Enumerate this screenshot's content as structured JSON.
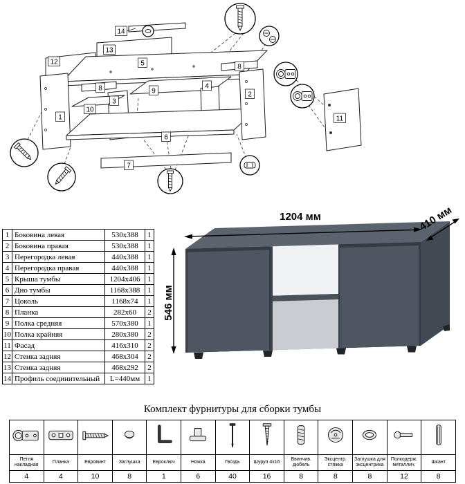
{
  "diagram": {
    "part_numbers": [
      "1",
      "2",
      "3",
      "4",
      "5",
      "6",
      "7",
      "8",
      "9",
      "10",
      "11",
      "12",
      "13",
      "14"
    ]
  },
  "parts_table": {
    "rows": [
      {
        "num": "1",
        "name": "Боковина левая",
        "size": "530x388",
        "qty": "1"
      },
      {
        "num": "2",
        "name": "Боковина правая",
        "size": "530x388",
        "qty": "1"
      },
      {
        "num": "3",
        "name": "Перегородка левая",
        "size": "440x388",
        "qty": "1"
      },
      {
        "num": "4",
        "name": "Перегородка правая",
        "size": "440x388",
        "qty": "1"
      },
      {
        "num": "5",
        "name": "Крыша тумбы",
        "size": "1204x406",
        "qty": "1"
      },
      {
        "num": "6",
        "name": "Дно тумбы",
        "size": "1168x388",
        "qty": "1"
      },
      {
        "num": "7",
        "name": "Цоколь",
        "size": "1168x74",
        "qty": "1"
      },
      {
        "num": "8",
        "name": "Планка",
        "size": "282x60",
        "qty": "2"
      },
      {
        "num": "9",
        "name": "Полка средняя",
        "size": "570x380",
        "qty": "1"
      },
      {
        "num": "10",
        "name": "Полка крайняя",
        "size": "280x380",
        "qty": "2"
      },
      {
        "num": "11",
        "name": "Фасад",
        "size": "416x310",
        "qty": "2"
      },
      {
        "num": "12",
        "name": "Стенка задняя",
        "size": "468x304",
        "qty": "2"
      },
      {
        "num": "13",
        "name": "Стенка задняя",
        "size": "468x292",
        "qty": "2"
      },
      {
        "num": "14",
        "name": "Профиль соединительный",
        "size": "L=440мм",
        "qty": "1"
      }
    ]
  },
  "cabinet": {
    "width_label": "1204 мм",
    "depth_label": "410 мм",
    "height_label": "546 мм",
    "body_color": "#4e5761",
    "top_color": "#5b646e",
    "side_color": "#414a53"
  },
  "hardware": {
    "title": "Комплект фурнитуры для сборки тумбы",
    "items": [
      {
        "name": "Петля накладная",
        "qty": "4",
        "icon": "hinge-icon"
      },
      {
        "name": "Планка",
        "qty": "4",
        "icon": "plate-icon"
      },
      {
        "name": "Евровинт",
        "qty": "10",
        "icon": "euroscrew-icon"
      },
      {
        "name": "Заглушка",
        "qty": "8",
        "icon": "cap-icon"
      },
      {
        "name": "Евроключ",
        "qty": "1",
        "icon": "hexkey-icon"
      },
      {
        "name": "Ножка",
        "qty": "6",
        "icon": "leg-icon"
      },
      {
        "name": "Гвоздь",
        "qty": "40",
        "icon": "nail-icon"
      },
      {
        "name": "Шуруп 4x16",
        "qty": "16",
        "icon": "screw-icon"
      },
      {
        "name": "Ввинчив. дюбель",
        "qty": "8",
        "icon": "dowel-screw-icon"
      },
      {
        "name": "Эксцентр. стяжка",
        "qty": "8",
        "icon": "cam-icon"
      },
      {
        "name": "Заглушка для эксцентрика",
        "qty": "8",
        "icon": "cam-cap-icon"
      },
      {
        "name": "Полкодерж. металлич.",
        "qty": "12",
        "icon": "shelf-pin-icon"
      },
      {
        "name": "Шкант",
        "qty": "8",
        "icon": "dowel-icon"
      }
    ]
  }
}
